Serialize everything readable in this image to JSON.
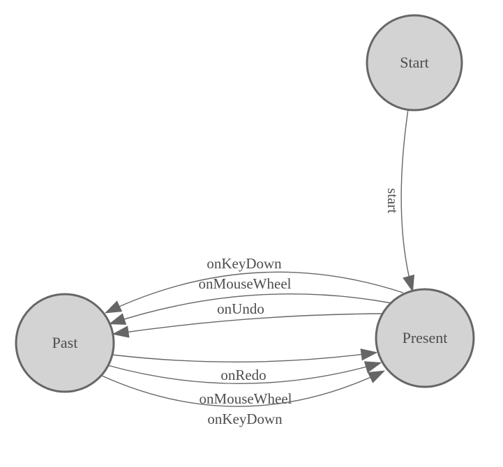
{
  "diagram": {
    "type": "finite-state-machine",
    "background_color": "#ffffff",
    "node_fill_color": "#d3d3d3",
    "node_stroke_color": "#666666",
    "edge_color": "#666666",
    "arrowhead_color": "#666666",
    "label_color": "#4d4d4d",
    "nodes": [
      {
        "id": "start",
        "label": "Start"
      },
      {
        "id": "past",
        "label": "Past"
      },
      {
        "id": "present",
        "label": "Present"
      }
    ],
    "edges": [
      {
        "from": "start",
        "to": "present",
        "label": "start"
      },
      {
        "from": "present",
        "to": "past",
        "label": "onKeyDown"
      },
      {
        "from": "present",
        "to": "past",
        "label": "onMouseWheel"
      },
      {
        "from": "present",
        "to": "past",
        "label": "onUndo"
      },
      {
        "from": "past",
        "to": "present",
        "label": "onRedo"
      },
      {
        "from": "past",
        "to": "present",
        "label": "onMouseWheel"
      },
      {
        "from": "past",
        "to": "present",
        "label": "onKeyDown"
      }
    ]
  }
}
